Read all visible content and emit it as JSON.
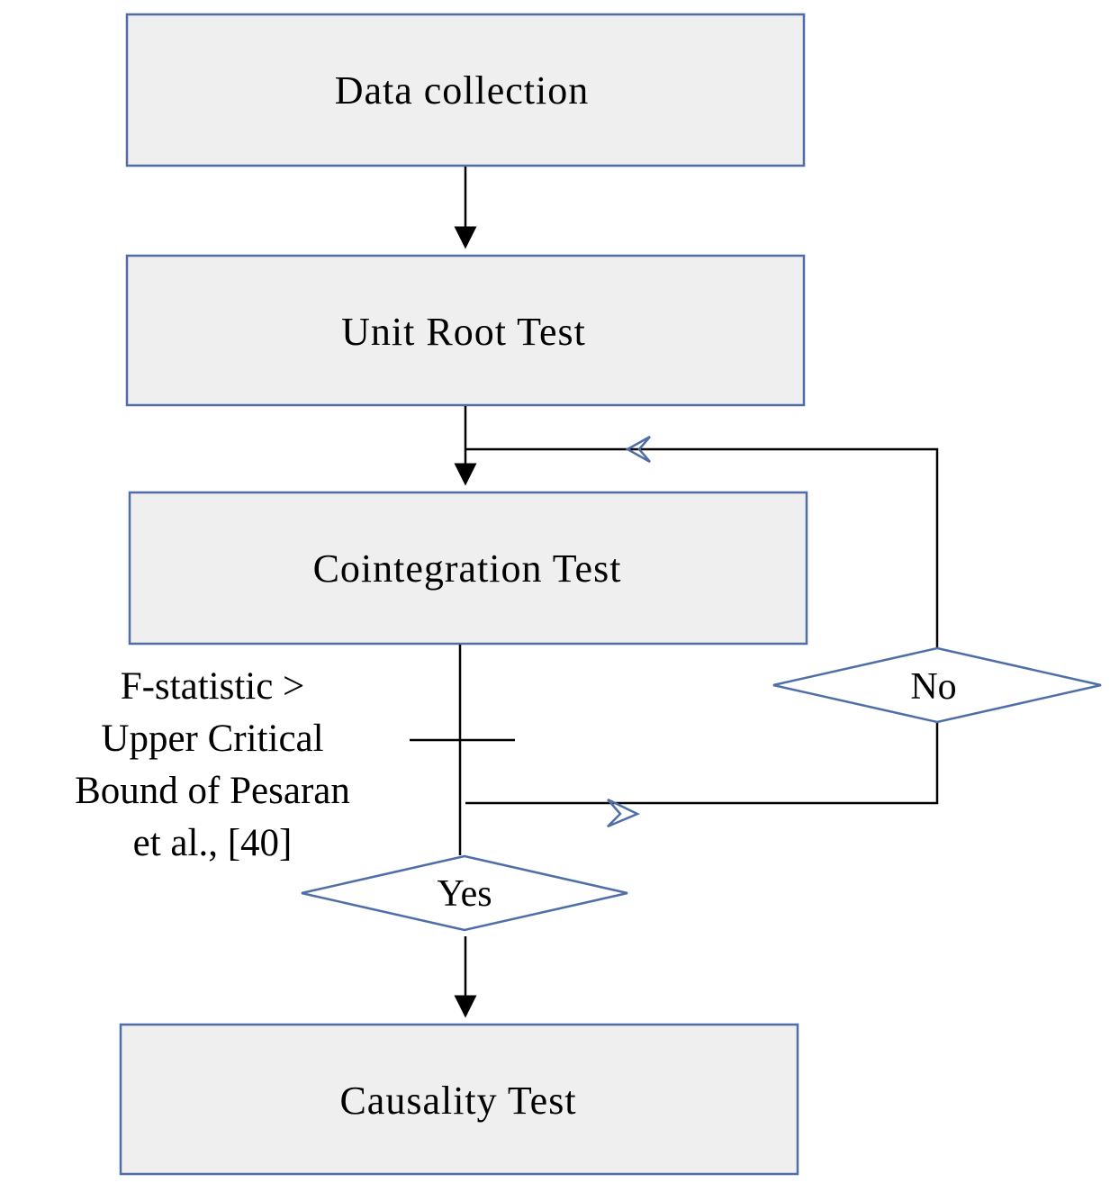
{
  "nodes": {
    "data_collection": "Data collection",
    "unit_root_test": "Unit Root Test",
    "cointegration_test": "Cointegration Test",
    "causality_test": "Causality Test"
  },
  "decisions": {
    "no": "No",
    "yes": "Yes"
  },
  "condition": {
    "lines": [
      "F-statistic >",
      "Upper Critical",
      "Bound of Pesaran",
      "et al., [40]"
    ]
  },
  "colors": {
    "box_fill": "#efefef",
    "box_border": "#4f6ea8",
    "arrow": "#000000"
  }
}
